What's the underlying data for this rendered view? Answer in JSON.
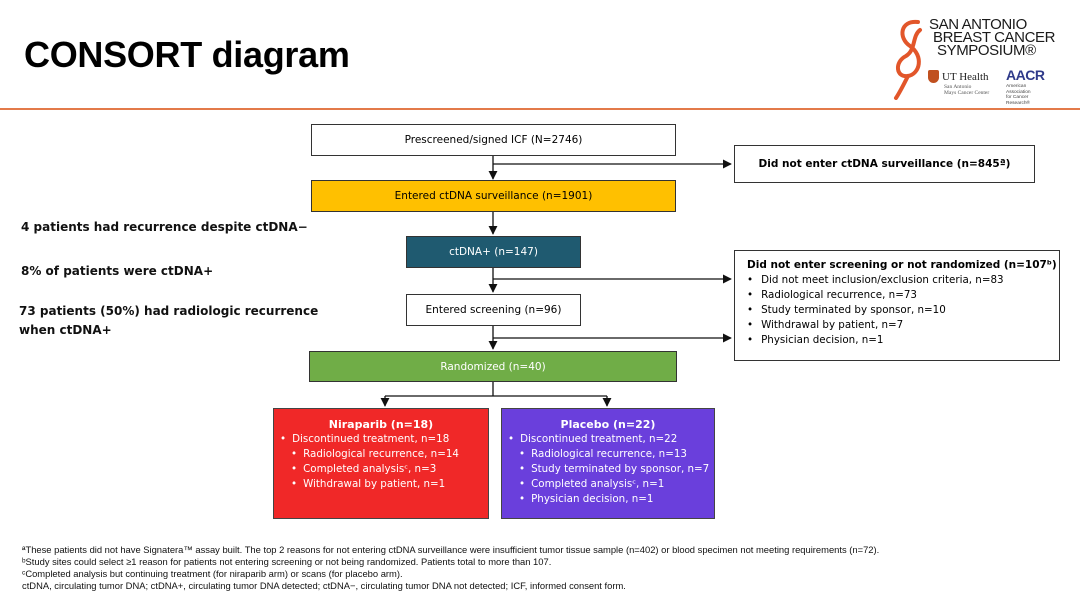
{
  "title": "CONSORT diagram",
  "logo": {
    "line1": "SAN ANTONIO",
    "line2": "BREAST CANCER",
    "line3": "SYMPOSIUM®",
    "ut_health": "UT Health",
    "ut_sub1": "San Antonio",
    "ut_sub2": "Mays Cancer Center",
    "aacr": "AACR",
    "aacr_sub1": "American Association",
    "aacr_sub2": "for Cancer Research®"
  },
  "side_notes": [
    "4 patients had recurrence despite ctDNA−",
    "8% of patients were ctDNA+",
    "73 patients (50%) had radiologic recurrence",
    "when ctDNA+"
  ],
  "flow": {
    "prescreened": "Prescreened/signed ICF (N=2746)",
    "not_entered": "Did not enter ctDNA surveillance (n=845ª)",
    "entered_surveillance": "Entered ctDNA surveillance (n=1901)",
    "ctdna_pos": "ctDNA+ (n=147)",
    "entered_screening": "Entered screening (n=96)",
    "randomized": "Randomized (n=40)"
  },
  "exclusion": {
    "title": "Did not enter screening or not randomized (n=107ᵇ)",
    "items": [
      "Did not meet inclusion/exclusion criteria, n=83",
      "Radiological recurrence, n=73",
      "Study terminated by sponsor, n=10",
      "Withdrawal by patient, n=7",
      "Physician decision, n=1"
    ]
  },
  "arms": {
    "niraparib": {
      "title": "Niraparib (n=18)",
      "main": "Discontinued treatment, n=18",
      "sub": [
        "Radiological recurrence, n=14",
        "Completed analysisᶜ, n=3",
        "Withdrawal by patient, n=1"
      ]
    },
    "placebo": {
      "title": "Placebo (n=22)",
      "main": "Discontinued treatment, n=22",
      "sub": [
        "Radiological recurrence, n=13",
        "Study terminated by sponsor, n=7",
        "Completed analysisᶜ, n=1",
        "Physician decision, n=1"
      ]
    }
  },
  "footnotes": [
    "ªThese patients did not have Signatera™ assay built. The top 2 reasons for not entering ctDNA surveillance were insufficient tumor tissue sample (n=402) or blood specimen not meeting requirements (n=72).",
    "ᵇStudy sites could select ≥1 reason for patients not entering screening or not being randomized. Patients total to more than 107.",
    "ᶜCompleted analysis but continuing treatment (for niraparib arm) or scans (for placebo arm).",
    "ctDNA, circulating tumor DNA; ctDNA+, circulating tumor DNA detected; ctDNA−, circulating tumor DNA not detected; ICF, informed consent form."
  ],
  "colors": {
    "surveillance_box": "#ffc000",
    "ctdna_box": "#1f5a70",
    "randomized_box": "#70ad47",
    "niraparib_box": "#f02828",
    "placebo_box": "#6a3fdc",
    "header_rule": "#e37a4a"
  }
}
